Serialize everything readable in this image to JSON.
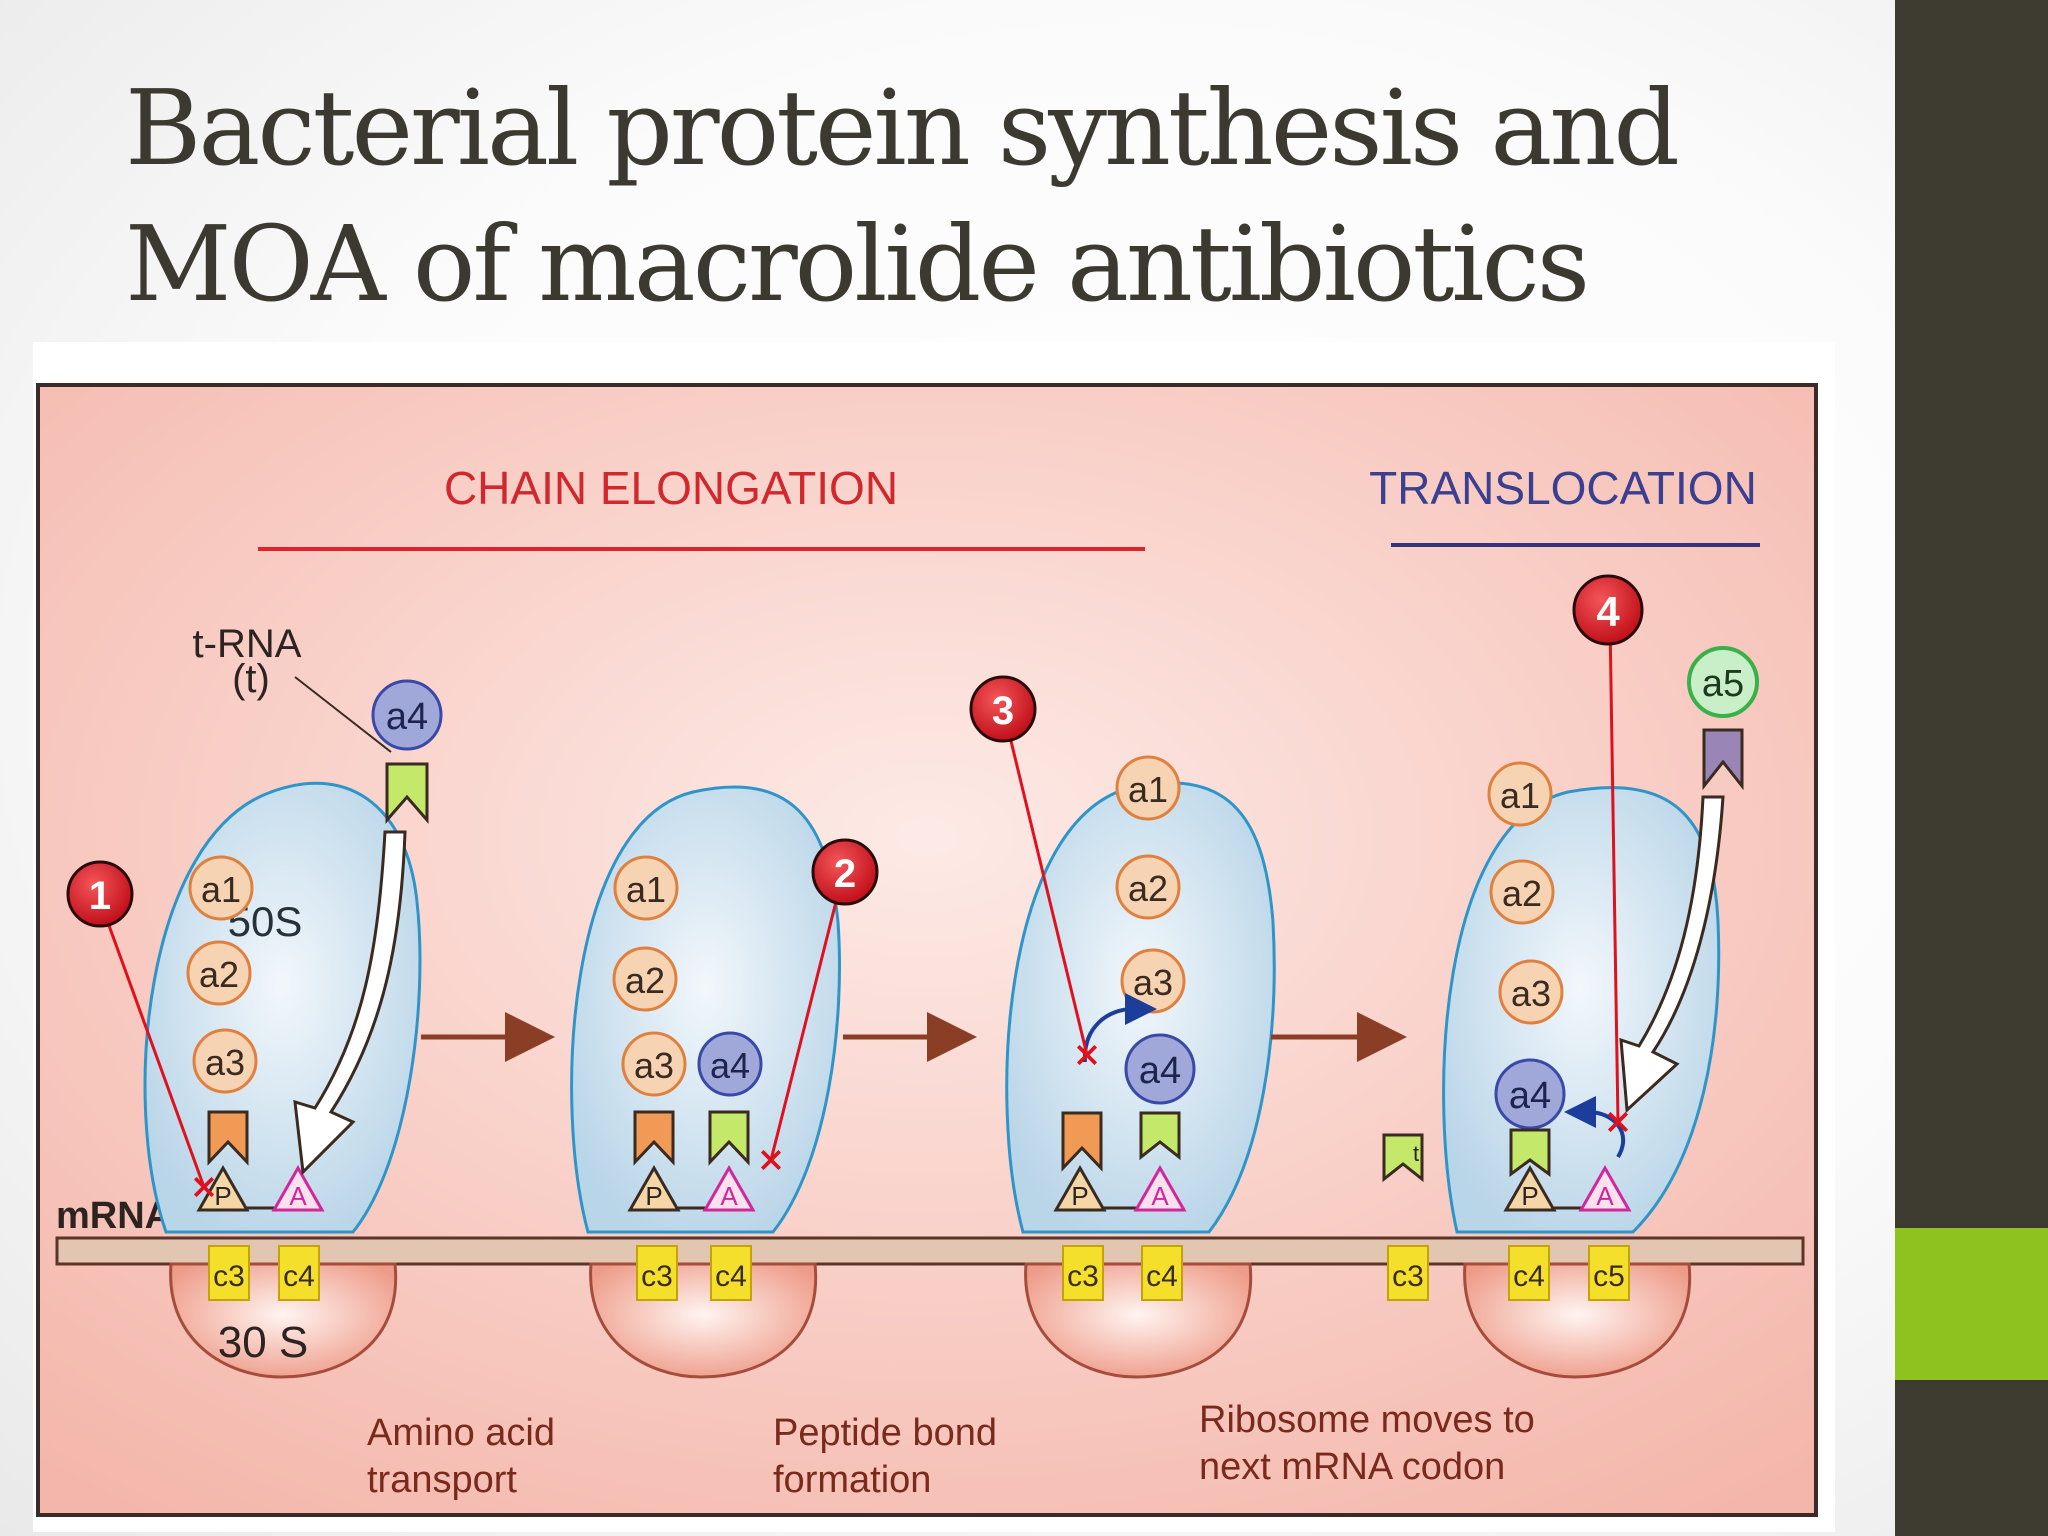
{
  "slide": {
    "title_line1": "Bacterial protein synthesis and",
    "title_line2": "MOA of macrolide antibiotics",
    "colors": {
      "sidebar": "#3e3c31",
      "accent": "#8dc21f",
      "title": "#3c3a30"
    }
  },
  "diagram": {
    "chain_elongation": "CHAIN  ELONGATION",
    "translocation": "TRANSLOCATION",
    "trna_label": "t-RNA",
    "trna_abbrev": "(t)",
    "mrna_label": "mRNA",
    "large_subunit": "50S",
    "small_subunit": "30 S",
    "site_p": "P",
    "site_a": "A",
    "small_t": "t",
    "steps": {
      "s1": "1",
      "s2": "2",
      "s3": "3",
      "s4": "4"
    },
    "amino": {
      "a1": "a1",
      "a2": "a2",
      "a3": "a3",
      "a4": "a4",
      "a5": "a5"
    },
    "codons": {
      "c3": "c3",
      "c4": "c4",
      "c5": "c5"
    },
    "captions": {
      "amino_line1": "Amino acid",
      "amino_line2": "transport",
      "peptide_line1": "Peptide bond",
      "peptide_line2": "formation",
      "ribosome_line1": "Ribosome moves to",
      "ribosome_line2": "next mRNA codon"
    },
    "colors": {
      "panel": "#f7c9c0",
      "ribosome_large": "#cfe2ef",
      "ribosome_small": "#f2a99a",
      "amino_orange": "#f6d3b2",
      "amino_blue": "#9fa8d8",
      "amino_green": "#c9efc9",
      "codon": "#f4e02a",
      "step_red": "#d41620",
      "heading_red": "#d0282c",
      "heading_blue": "#3a3f8f"
    }
  }
}
